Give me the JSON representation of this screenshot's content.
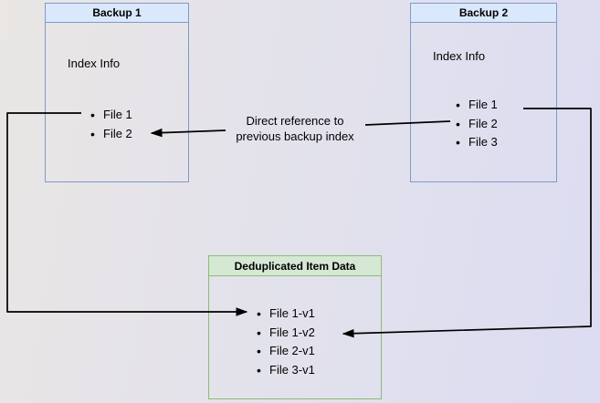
{
  "diagram": {
    "backup1": {
      "title": "Backup 1",
      "subtitle": "Index Info",
      "items": [
        "File 1",
        "File 2"
      ]
    },
    "backup2": {
      "title": "Backup 2",
      "subtitle": "Index Info",
      "items": [
        "File 1",
        "File 2",
        "File 3"
      ]
    },
    "dedup": {
      "title": "Deduplicated Item Data",
      "items": [
        "File 1-v1",
        "File 1-v2",
        "File 2-v1",
        "File 3-v1"
      ]
    },
    "annotation": {
      "line1": "Direct reference to",
      "line2": "previous backup index"
    }
  },
  "colors": {
    "blue_header_fill": "#dae8fc",
    "blue_border": "#7f9bc7",
    "green_header_fill": "#d5e8d4",
    "green_border": "#8dbb76",
    "arrow": "#000000",
    "background_left": "#e9e6e4",
    "background_right": "#dcdcf2"
  }
}
